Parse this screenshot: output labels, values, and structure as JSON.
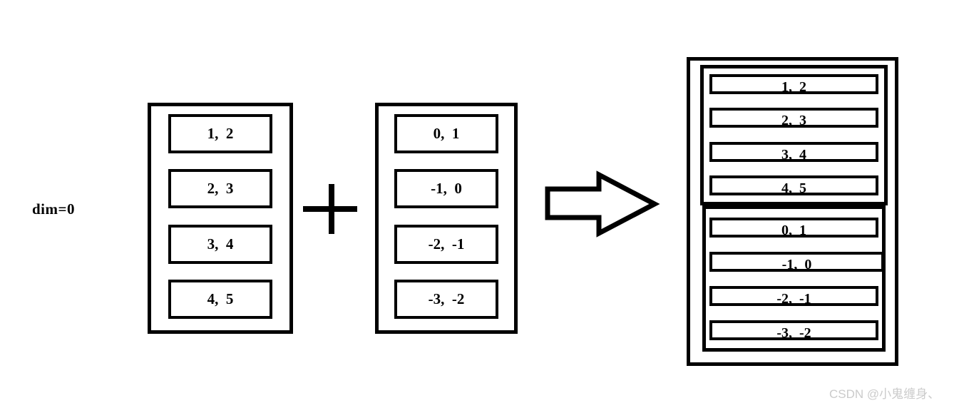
{
  "label": {
    "text": "dim=0"
  },
  "left_tensor": {
    "rows": [
      "1,  2",
      "2,  3",
      "3,  4",
      "4,  5"
    ]
  },
  "right_tensor": {
    "rows": [
      "0,  1",
      "-1,  0",
      "-2,  -1",
      "-3,  -2"
    ]
  },
  "result_tensor": {
    "group1": [
      "1,  2",
      "2,  3",
      "3,  4",
      "4,  5"
    ],
    "group2": [
      "0,  1",
      "-1,  0",
      "-2,  -1",
      "-3,  -2"
    ]
  },
  "operator": {
    "symbol": "+"
  },
  "watermark": {
    "text": "CSDN @小鬼缠身、"
  },
  "colors": {
    "stroke": "#000000",
    "background": "#ffffff",
    "watermark": "#cbcbcb"
  }
}
